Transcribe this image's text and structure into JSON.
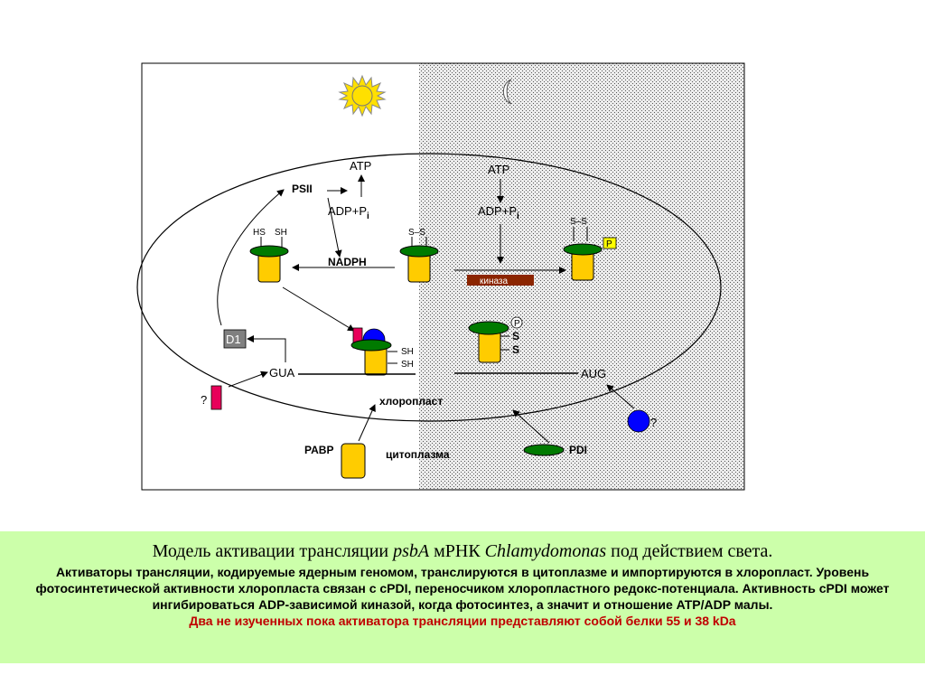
{
  "diagram": {
    "labels": {
      "atp_left": "ATP",
      "psii": "PSII",
      "adp_pi_left": "ADP+P",
      "adp_pi_left_sub": "i",
      "hs": "HS",
      "sh": "SH",
      "nadph": "NADPH",
      "ss_mid": "S–S",
      "atp_right": "ATP",
      "adp_pi_right": "ADP+P",
      "adp_pi_right_sub": "i",
      "ss_right": "S–S",
      "p_badge": "P",
      "kinase": "киназа",
      "d1": "D1",
      "sh1": "SH",
      "sh2": "SH",
      "gua": "GUA",
      "gua_dots": "··",
      "p_circle": "P",
      "s1": "S",
      "s2": "S",
      "aug": "AUG",
      "q_left": "?",
      "q_right": "?",
      "chloroplast": "хлоропласт",
      "pabp": "PABP",
      "cytoplasm": "цитоплазма",
      "pdi": "PDI"
    },
    "colors": {
      "yellow": "#ffcc00",
      "green": "#007a00",
      "pink": "#e8005a",
      "blue": "#0000ff",
      "kinase": "#8b2500",
      "d1": "#808080",
      "sun": "#ffe000",
      "dark_bg": "#d4d4d4"
    }
  },
  "caption": {
    "title_pre": "Модель активации трансляции ",
    "title_gene": "psbA",
    "title_mid": " мРНК ",
    "title_org": "Chlamydomonas",
    "title_post": " под действием света.",
    "body": "Активаторы трансляции, кодируемые ядерным геномом, транслируются в цитоплазме и импортируются в хлоропласт. Уровень фотосинтетической активности хлоропласта связан с cPDI, переносчиком  хлоропластного редокс-потенциала. Активность cPDI может ингибироваться  ADP-зависимой киназой, когда фотосинтез,  а значит и отношение ATP/ADP малы.",
    "note": "Два не изученных пока активатора трансляции представляют собой  белки 55 и 38 kDa"
  }
}
